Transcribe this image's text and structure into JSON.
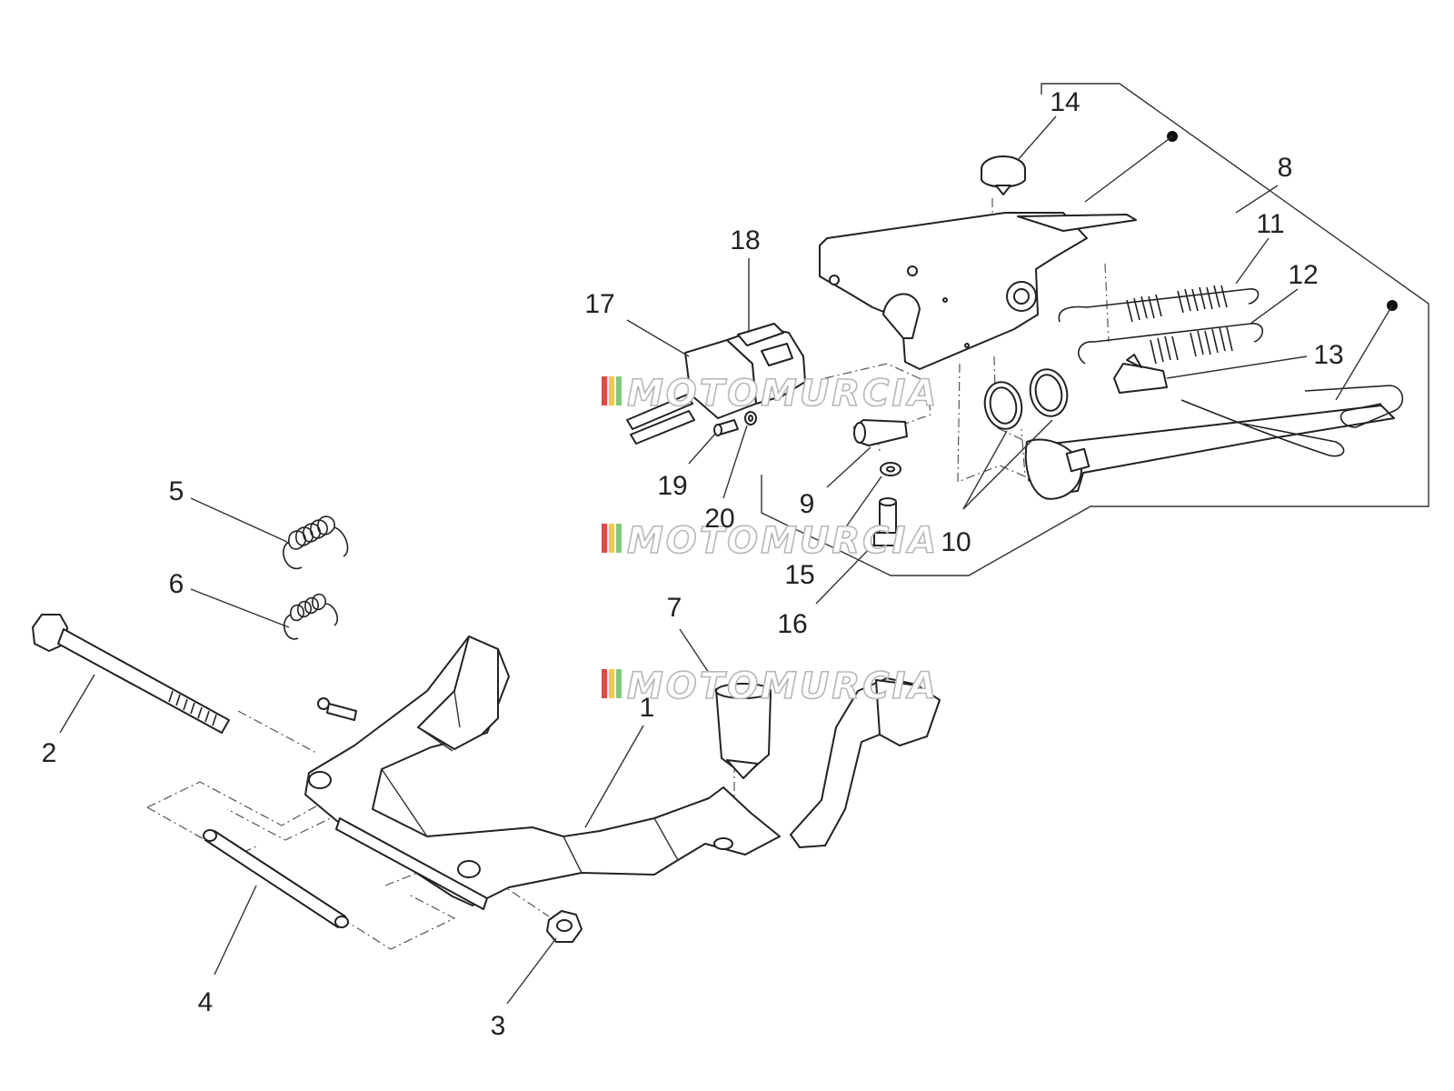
{
  "callouts": [
    "1",
    "2",
    "3",
    "4",
    "5",
    "6",
    "7",
    "8",
    "9",
    "10",
    "11",
    "12",
    "13",
    "14",
    "15",
    "16",
    "17",
    "18",
    "19",
    "20"
  ],
  "watermark": {
    "text": "MOTOMURCIA",
    "stripe_colors": [
      "#e8473f",
      "#f2c94c",
      "#7fc97f"
    ]
  }
}
